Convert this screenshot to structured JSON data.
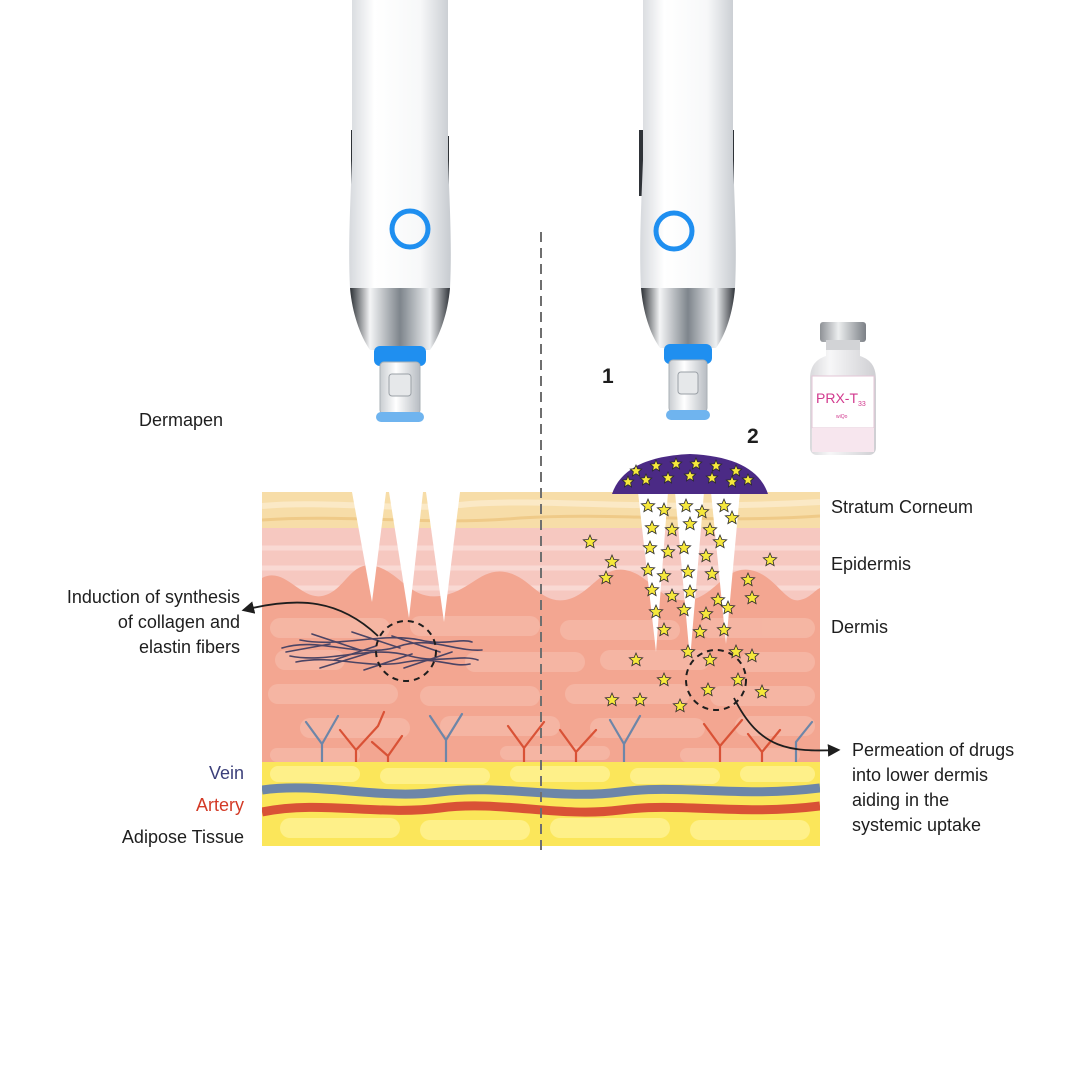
{
  "labels": {
    "dermapen": "Dermapen",
    "step1": "1",
    "step2": "2",
    "vial": "PRX-T",
    "vial_sub": "33",
    "vial_brand": "wiQo",
    "stratum": "Stratum Corneum",
    "epidermis": "Epidermis",
    "dermis": "Dermis",
    "induction": "Induction of synthesis\nof collagen and\nelastin fibers",
    "permeation": "Permeation of drugs\ninto lower dermis\naiding in the\nsystemic uptake",
    "vein": "Vein",
    "artery": "Artery",
    "adipose": "Adipose Tissue"
  },
  "colors": {
    "stratum": "#f7dda8",
    "epidermis": "#f6c8c0",
    "dermis": "#f3a691",
    "adipose": "#fbe65a",
    "vein": "#6d86a8",
    "artery": "#d95236",
    "drug_dome": "#4b2a85",
    "star": "#f6e83c",
    "pen_light": "#1f8ff0",
    "vial_text": "#d23a8e"
  }
}
